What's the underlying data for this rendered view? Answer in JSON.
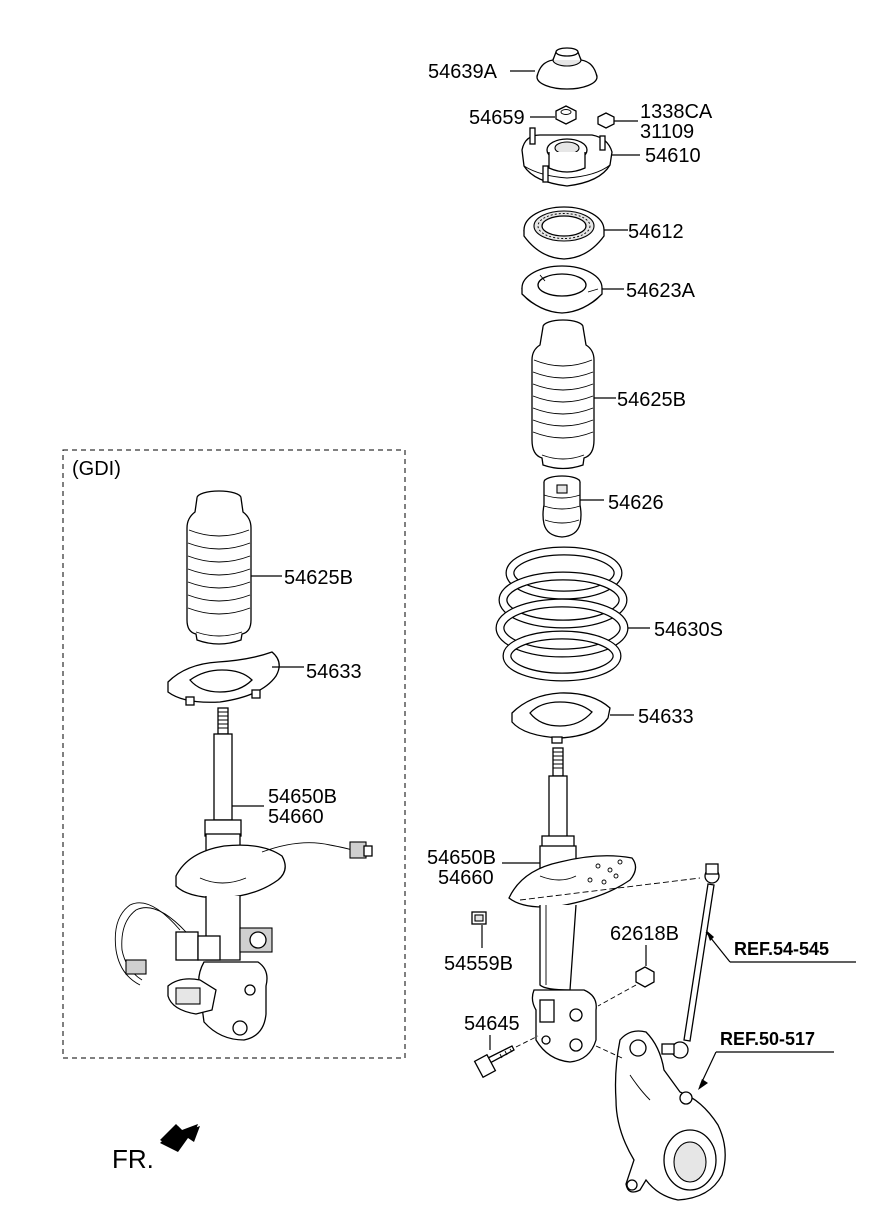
{
  "gdi_label": "(GDI)",
  "front_label": "FR.",
  "labels": {
    "p54639A": "54639A",
    "p54659": "54659",
    "p1338CA": "1338CA",
    "p31109": "31109",
    "p54610": "54610",
    "p54612": "54612",
    "p54623A": "54623A",
    "p54625B": "54625B",
    "p54626": "54626",
    "p54630S": "54630S",
    "p54633": "54633",
    "p54650B": "54650B",
    "p54660": "54660",
    "p54559B": "54559B",
    "p62618B": "62618B",
    "p54645": "54645",
    "gdi_54625B": "54625B",
    "gdi_54633": "54633",
    "gdi_54650B": "54650B",
    "gdi_54660": "54660"
  },
  "refs": {
    "ref1": "REF.54-545",
    "ref2": "REF.50-517"
  }
}
